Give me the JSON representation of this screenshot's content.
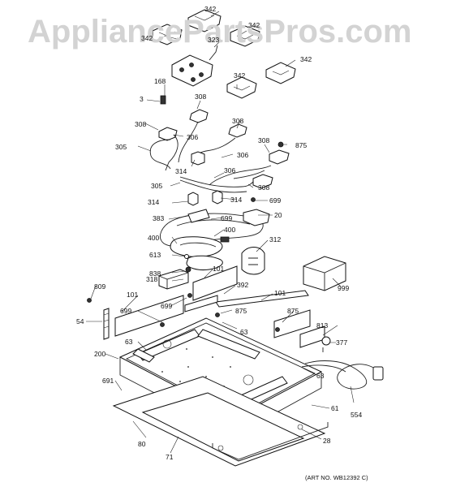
{
  "watermark": "AppliancePartsPros.com",
  "art_number": "(ART NO. WB12392 C)",
  "callouts": [
    "342",
    "342",
    "323",
    "342",
    "342",
    "342",
    "168",
    "3",
    "308",
    "308",
    "308",
    "306",
    "305",
    "306",
    "308",
    "875",
    "314",
    "306",
    "305",
    "308",
    "314",
    "314",
    "699",
    "383",
    "699",
    "20",
    "400",
    "400",
    "312",
    "613",
    "838",
    "101",
    "318",
    "392",
    "101",
    "809",
    "699",
    "699",
    "875",
    "101",
    "875",
    "999",
    "54",
    "63",
    "813",
    "377",
    "200",
    "63",
    "63",
    "691",
    "61",
    "554",
    "80",
    "28",
    "71"
  ]
}
